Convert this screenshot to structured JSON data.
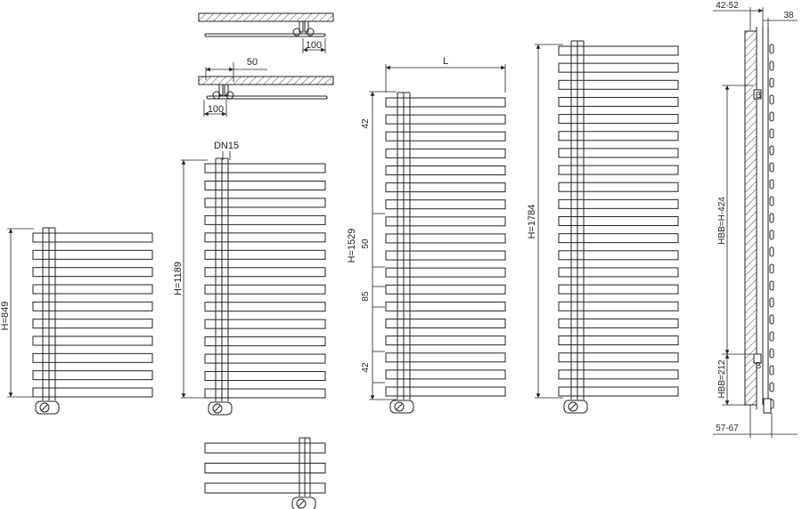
{
  "labels": {
    "top_view_a_100": "100",
    "top_view_b_50": "50",
    "top_view_b_100": "100",
    "dn15": "DN15",
    "h849": "H=849",
    "h1189": "H=1189",
    "h1529": "H=1529",
    "h1784": "H=1784",
    "L": "L",
    "gap_top": "42",
    "gap_50": "50",
    "gap_85": "85",
    "gap_bottom": "42",
    "side_42_52": "42-52",
    "side_38": "38",
    "side_57_67": "57-67",
    "side_hbb_top": "HBB=H-424",
    "side_hbb_bottom": "HBB=212",
    "bracket_b": "B"
  },
  "radiators": [
    {
      "id": "h849",
      "bars": 10
    },
    {
      "id": "h1189",
      "bars": 14
    },
    {
      "id": "h1529",
      "bars": 18
    },
    {
      "id": "h1784",
      "bars": 21
    },
    {
      "id": "detail",
      "bars": 3
    }
  ]
}
